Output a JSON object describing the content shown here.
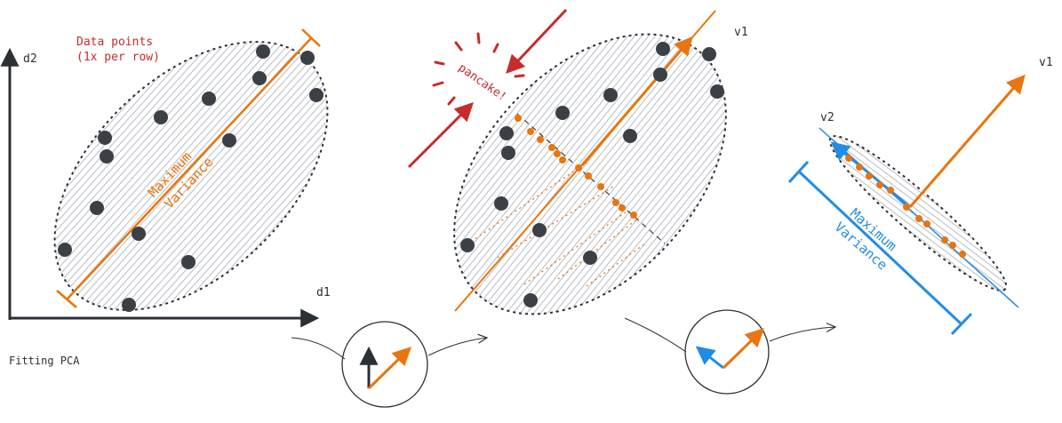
{
  "panel1": {
    "axis_x_label": "d1",
    "axis_y_label": "d2",
    "note_line1": "Data points",
    "note_line2": "(1x per row)",
    "variance_line1": "Maximum",
    "variance_line2": "Variance",
    "caption": "Fitting PCA"
  },
  "panel2": {
    "vector_label": "v1",
    "pancake_label": "pancake!"
  },
  "panel3": {
    "v1_label": "v1",
    "v2_label": "v2",
    "variance_line1": "Maximum",
    "variance_line2": "Variance"
  },
  "colors": {
    "dark": "#2b2f36",
    "orange": "#e8750d",
    "red": "#c92a2a",
    "blue": "#228be6",
    "hatch": "#b7bcc4"
  }
}
